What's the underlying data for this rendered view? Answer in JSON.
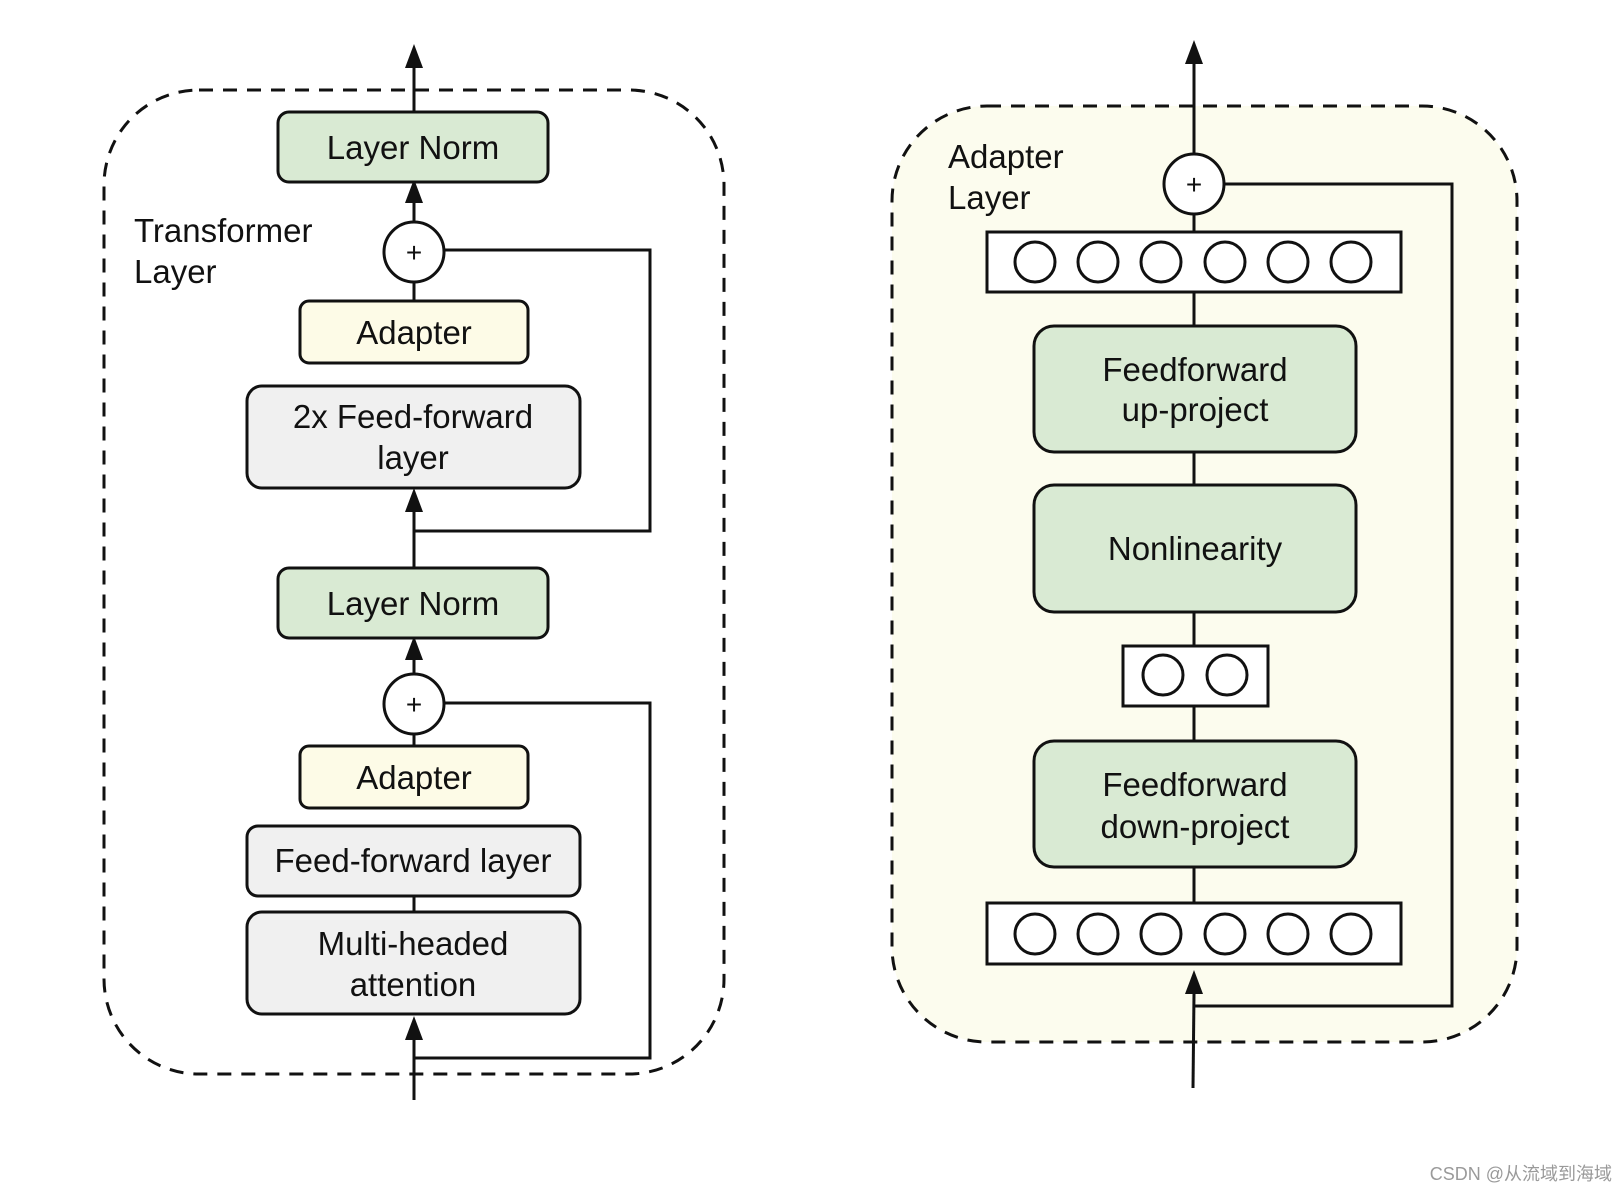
{
  "transformer_layer": {
    "title_line1": "Transformer",
    "title_line2": "Layer",
    "layer_norm_top": "Layer Norm",
    "adapter_top": "Adapter",
    "ff_2x_line1": "2x Feed-forward",
    "ff_2x_line2": "layer",
    "layer_norm_bottom": "Layer Norm",
    "adapter_bottom": "Adapter",
    "ff_layer": "Feed-forward layer",
    "mha_line1": "Multi-headed",
    "mha_line2": "attention",
    "plus_top": "+",
    "plus_bottom": "+"
  },
  "adapter_layer": {
    "title_line1": "Adapter",
    "title_line2": "Layer",
    "up_line1": "Feedforward",
    "up_line2": "up-project",
    "nonlinearity": "Nonlinearity",
    "down_line1": "Feedforward",
    "down_line2": "down-project",
    "plus": "+",
    "top_units": 6,
    "middle_units": 2,
    "bottom_units": 6
  },
  "watermark": "CSDN @从流域到海域",
  "colors": {
    "norm_fill": "#d9ead3",
    "adapter_fill": "#fdfbe7",
    "gray_fill": "#f0f0f0",
    "ff_green": "#d9ead3",
    "adapter_bg": "#fcfcee",
    "stroke": "#111111"
  }
}
